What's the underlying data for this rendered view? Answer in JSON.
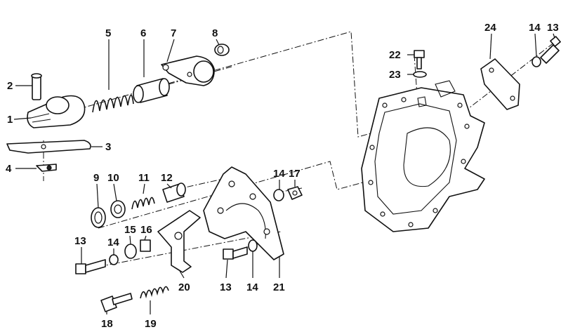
{
  "diagram": {
    "title": "Exploded view: gearbox housing with shift lever assembly",
    "callouts": {
      "c1": "1",
      "c2": "2",
      "c3": "3",
      "c4": "4",
      "c5": "5",
      "c6": "6",
      "c7": "7",
      "c8": "8",
      "c9": "9",
      "c10": "10",
      "c11": "11",
      "c12": "12",
      "c13a": "13",
      "c13b": "13",
      "c13c": "13",
      "c14a": "14",
      "c14b": "14",
      "c14c": "14",
      "c14d": "14",
      "c15": "15",
      "c16": "16",
      "c17": "17",
      "c18": "18",
      "c19": "19",
      "c20": "20",
      "c21": "21",
      "c22": "22",
      "c23": "23",
      "c24": "24"
    }
  }
}
